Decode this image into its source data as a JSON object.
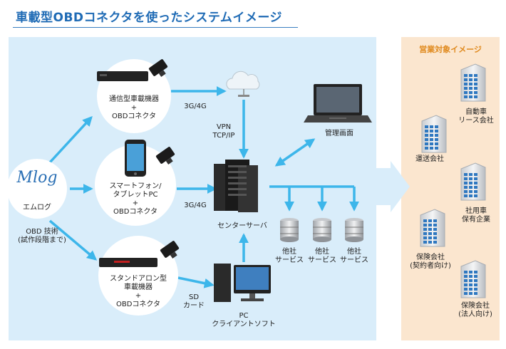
{
  "title": "車載型OBDコネクタを使ったシステムイメージ",
  "colors": {
    "accent": "#1f6bb5",
    "arrow": "#3db6ea",
    "panel": "#d9edfa",
    "sales_panel": "#fbe6cf",
    "sales_title": "#e08a1e"
  },
  "mlog": {
    "logo_text": "Mlog",
    "name": "エムログ",
    "tech_line1": "OBD 技術",
    "tech_line2": "(試作段階まで)"
  },
  "devices": {
    "telematics": {
      "line1": "通信型車載機器",
      "line2": "+",
      "line3": "OBDコネクタ"
    },
    "smartphone": {
      "line1": "スマートフォン/",
      "line2": "タブレットPC",
      "line3": "+",
      "line4": "OBDコネクタ"
    },
    "standalone": {
      "line1": "スタンドアロン型",
      "line2": "車載機器",
      "line3": "+",
      "line4": "OBDコネクタ"
    }
  },
  "links": {
    "g3g4_top": "3G/4G",
    "g3g4_mid": "3G/4G",
    "vpn": "VPN",
    "tcpip": "TCP/IP",
    "sd": "SD",
    "card": "カード"
  },
  "server": {
    "label": "センターサーバ"
  },
  "admin": {
    "label": "管理画面"
  },
  "pc": {
    "line1": "PC",
    "line2": "クライアントソフト"
  },
  "other_services": [
    {
      "line1": "他社",
      "line2": "サービス"
    },
    {
      "line1": "他社",
      "line2": "サービス"
    },
    {
      "line1": "他社",
      "line2": "サービス"
    }
  ],
  "sales": {
    "title": "営業対象イメージ",
    "targets": [
      {
        "line1": "自動車",
        "line2": "リース会社"
      },
      {
        "line1": "運送会社",
        "line2": ""
      },
      {
        "line1": "社用車",
        "line2": "保有企業"
      },
      {
        "line1": "保険会社",
        "line2": "(契約者向け)"
      },
      {
        "line1": "保険会社",
        "line2": "(法人向け)"
      }
    ]
  }
}
